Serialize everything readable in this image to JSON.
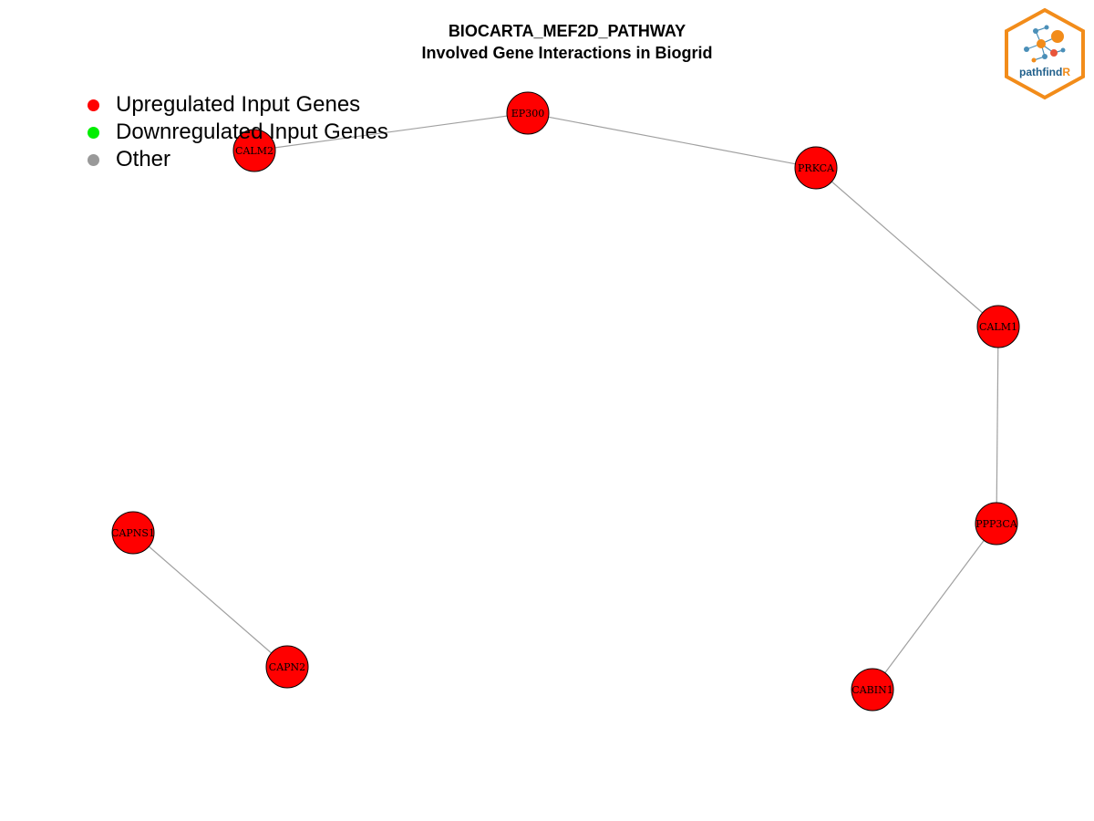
{
  "title": {
    "line1": "BIOCARTA_MEF2D_PATHWAY",
    "line2": "Involved Gene Interactions in Biogrid"
  },
  "legend": [
    {
      "label": "Upregulated Input Genes",
      "color": "#ff0000"
    },
    {
      "label": "Downregulated Input Genes",
      "color": "#00ee00"
    },
    {
      "label": "Other",
      "color": "#999999"
    }
  ],
  "graph": {
    "node_color": "#ff0000",
    "edge_color": "#a0a0a0",
    "nodes": [
      {
        "id": "EP300",
        "label": "EP300",
        "status": "upregulated"
      },
      {
        "id": "CALM2",
        "label": "CALM2",
        "status": "upregulated"
      },
      {
        "id": "PRKCA",
        "label": "PRKCA",
        "status": "upregulated"
      },
      {
        "id": "CALM1",
        "label": "CALM1",
        "status": "upregulated"
      },
      {
        "id": "PPP3CA",
        "label": "PPP3CA",
        "status": "upregulated"
      },
      {
        "id": "CABIN1",
        "label": "CABIN1",
        "status": "upregulated"
      },
      {
        "id": "CAPNS1",
        "label": "CAPNS1",
        "status": "upregulated"
      },
      {
        "id": "CAPN2",
        "label": "CAPN2",
        "status": "upregulated"
      }
    ],
    "edges": [
      [
        "CALM2",
        "EP300"
      ],
      [
        "EP300",
        "PRKCA"
      ],
      [
        "PRKCA",
        "CALM1"
      ],
      [
        "CALM1",
        "PPP3CA"
      ],
      [
        "PPP3CA",
        "CABIN1"
      ],
      [
        "CAPNS1",
        "CAPN2"
      ]
    ]
  },
  "logo": {
    "text_main": "pathfind",
    "text_accent": "R",
    "border_color": "#f28c1a",
    "text_color": "#1f5f8b"
  }
}
